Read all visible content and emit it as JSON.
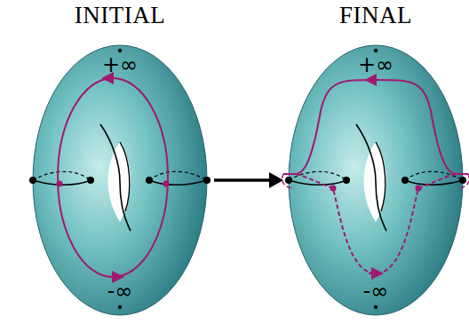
{
  "diagram": {
    "nodes": [
      {
        "text": [
          "INITIAL",
          "+∞",
          "-∞"
        ]
      },
      {
        "text": [
          "FINAL",
          "+∞",
          "-∞"
        ]
      }
    ],
    "edges": [
      {
        "from": 0,
        "to": 1,
        "arrow": "to"
      }
    ]
  }
}
